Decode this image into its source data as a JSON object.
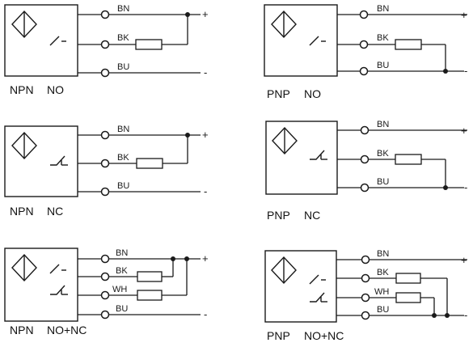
{
  "diagrams": [
    {
      "type_label": "NPN",
      "mode_label": "NO",
      "wires": [
        {
          "label": "BN",
          "end": "+"
        },
        {
          "label": "BK",
          "end": ""
        },
        {
          "label": "BU",
          "end": "-"
        }
      ]
    },
    {
      "type_label": "PNP",
      "mode_label": "NO",
      "wires": [
        {
          "label": "BN",
          "end": "+"
        },
        {
          "label": "BK",
          "end": ""
        },
        {
          "label": "BU",
          "end": "-"
        }
      ]
    },
    {
      "type_label": "NPN",
      "mode_label": "NC",
      "wires": [
        {
          "label": "BN",
          "end": "+"
        },
        {
          "label": "BK",
          "end": ""
        },
        {
          "label": "BU",
          "end": "-"
        }
      ]
    },
    {
      "type_label": "PNP",
      "mode_label": "NC",
      "wires": [
        {
          "label": "BN",
          "end": "+"
        },
        {
          "label": "BK",
          "end": ""
        },
        {
          "label": "BU",
          "end": "-"
        }
      ]
    },
    {
      "type_label": "NPN",
      "mode_label": "NO+NC",
      "wires": [
        {
          "label": "BN",
          "end": "+"
        },
        {
          "label": "BK",
          "end": ""
        },
        {
          "label": "WH",
          "end": ""
        },
        {
          "label": "BU",
          "end": "-"
        }
      ]
    },
    {
      "type_label": "PNP",
      "mode_label": "NO+NC",
      "wires": [
        {
          "label": "BN",
          "end": "+"
        },
        {
          "label": "BK",
          "end": ""
        },
        {
          "label": "WH",
          "end": ""
        },
        {
          "label": "BU",
          "end": "-"
        }
      ]
    }
  ]
}
